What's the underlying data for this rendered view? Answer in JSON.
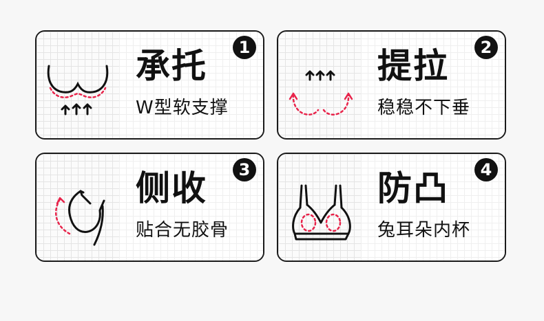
{
  "cards": [
    {
      "number": "1",
      "title": "承托",
      "subtitle": "W型软支撑",
      "icon": "w-support-icon"
    },
    {
      "number": "2",
      "title": "提拉",
      "subtitle": "稳稳不下垂",
      "icon": "lift-icon"
    },
    {
      "number": "3",
      "title": "侧收",
      "subtitle": "贴合无胶骨",
      "icon": "side-gather-icon"
    },
    {
      "number": "4",
      "title": "防凸",
      "subtitle": "兔耳朵内杯",
      "icon": "bra-cup-icon"
    }
  ],
  "colors": {
    "accent": "#e8234a",
    "ink": "#111111"
  }
}
